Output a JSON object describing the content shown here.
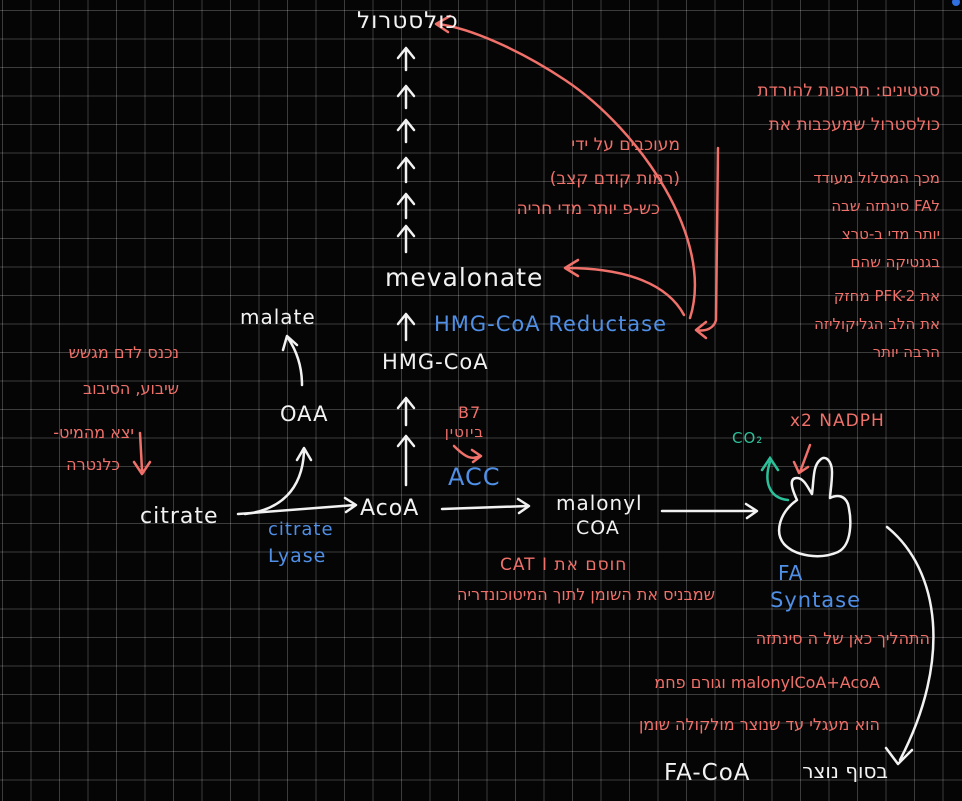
{
  "compounds": {
    "cholesterol": "כולסטרול",
    "mevalonate": "mevalonate",
    "hmg_coa": "HMG-CoA",
    "acoa": "AcoA",
    "citrate": "citrate",
    "oaa": "OAA",
    "malate": "malate",
    "malonyl_coa_1": "malonyl",
    "malonyl_coa_2": "COA",
    "fa_coa": "FA-CoA"
  },
  "enzymes": {
    "hmg_reductase": "HMG-CoA Reductase",
    "citrate_lyase_1": "citrate",
    "citrate_lyase_2": "Lyase",
    "acc": "ACC",
    "fa_synthase_1": "FA",
    "fa_synthase_2": "Syntase"
  },
  "cofactors": {
    "co2": "CO₂",
    "nadph": "x2 NADPH",
    "b7": "B7",
    "biotin": "ביוטין"
  },
  "notes": {
    "statins": [
      "סטטינים: תרופות להורדת",
      "כולסטרול שמעכבות את"
    ],
    "enzyme_reg": [
      "מכך המסלול מעודד",
      "לFA סינתזה שבה",
      "יותר מדי ב-טרצ",
      "בגנטיקה שהם",
      "את PFK-2 מחזק",
      "את הלב הגליקוליזה",
      "הרבה יותר"
    ],
    "inhibited": [
      "מעוכבים על ידי",
      "(רמות קודם קצב)",
      "כש-פ יותר מדי חריה"
    ],
    "transport": [
      "נכנס לדם מגשש",
      "שיבוע, הסיבוב",
      "יצא מהמיט-",
      "כלנטרה"
    ],
    "cat": [
      "CAT I  חוסם את",
      "שמבניס את השומן לתוך המיטוכונדריה"
    ],
    "synthase": [
      "התהליך כאן של ה סינתזה",
      "malonylCoA+AcoA וגורם פחמ",
      "הוא מעגלי עד שנוצר מולקולה שומן"
    ],
    "fa_coa_label": "בסוף נוצר"
  }
}
